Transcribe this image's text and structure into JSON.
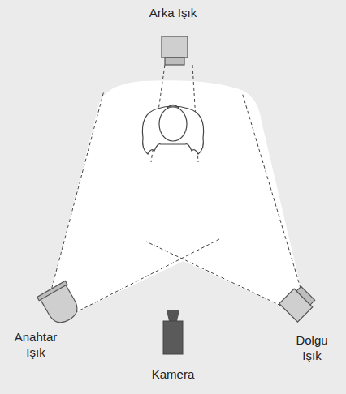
{
  "diagram": {
    "labels": [
      "Arka Işık",
      "Anahtar Işık",
      "Kamera",
      "Dolgu Işık"
    ]
  }
}
